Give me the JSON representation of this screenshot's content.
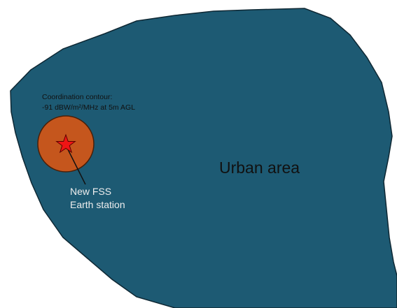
{
  "colors": {
    "urban_area_fill": "#1d5a73",
    "urban_area_stroke": "#0e2733",
    "contour_fill": "#c5561d",
    "contour_stroke": "#4a1f08",
    "star_fill": "#f01414",
    "star_stroke": "#5a0000",
    "pointer_line": "#111111"
  },
  "urban_area": {
    "label": "Urban area"
  },
  "coordination_contour": {
    "label_line1": "Coordination contour:",
    "label_line2": "-91 dBW/m²/MHz at 5m AGL"
  },
  "earth_station": {
    "icon": "star-icon",
    "label_line1": "New FSS",
    "label_line2": "Earth station"
  }
}
